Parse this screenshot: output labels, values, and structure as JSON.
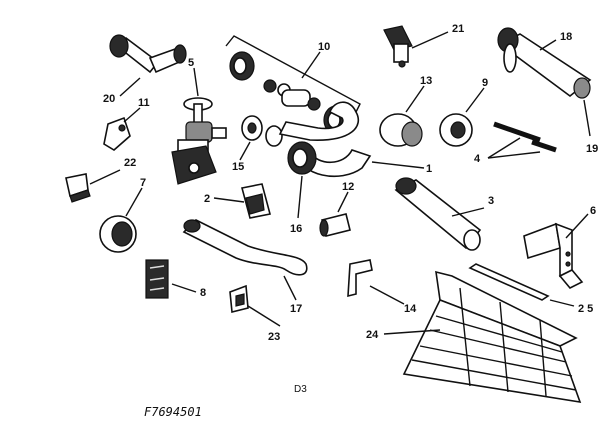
{
  "labels": {
    "p1": "1",
    "p2": "2",
    "p3": "3",
    "p4": "4",
    "p5": "5",
    "p6": "6",
    "p7": "7",
    "p8": "8",
    "p9": "9",
    "p10": "10",
    "p11": "11",
    "p12": "12",
    "p13": "13",
    "p14": "14",
    "p15": "15",
    "p16": "16",
    "p17": "17",
    "p18": "18",
    "p19": "19",
    "p20": "20",
    "p21": "21",
    "p22": "22",
    "p23": "23",
    "p24": "24",
    "p25": "2 5"
  },
  "footer": {
    "page_code": "D3",
    "drawing_number": "F7694501"
  }
}
